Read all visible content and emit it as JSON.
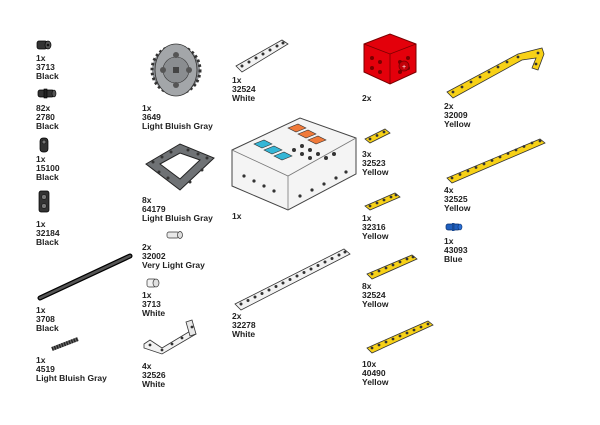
{
  "parts": [
    {
      "id": "pin-axle-3713-black-a",
      "qty": "1x",
      "num": "3713",
      "color": "Black"
    },
    {
      "id": "pin-2780",
      "qty": "82x",
      "num": "2780",
      "color": "Black"
    },
    {
      "id": "axle-pin-15100",
      "qty": "1x",
      "num": "15100",
      "color": "Black"
    },
    {
      "id": "connector-32184",
      "qty": "1x",
      "num": "32184",
      "color": "Black"
    },
    {
      "id": "axle-3708",
      "qty": "1x",
      "num": "3708",
      "color": "Black"
    },
    {
      "id": "spring-4519",
      "qty": "1x",
      "num": "4519",
      "color": "Light Bluish Gray"
    },
    {
      "id": "gear-3649",
      "qty": "1x",
      "num": "3649",
      "color": "Light Bluish Gray"
    },
    {
      "id": "frame-64179",
      "qty": "8x",
      "num": "64179",
      "color": "Light Bluish Gray"
    },
    {
      "id": "bush-32002",
      "qty": "2x",
      "num": "32002",
      "color": "Very Light Gray"
    },
    {
      "id": "bush-3713-white",
      "qty": "1x",
      "num": "3713",
      "color": "White"
    },
    {
      "id": "lbeam-32526",
      "qty": "4x",
      "num": "32526",
      "color": "White"
    },
    {
      "id": "beam-32524-white",
      "qty": "1x",
      "num": "32524",
      "color": "White"
    },
    {
      "id": "hub",
      "qty": "1x",
      "num": "",
      "color": ""
    },
    {
      "id": "beam-32278",
      "qty": "2x",
      "num": "32278",
      "color": "White"
    },
    {
      "id": "motor-red",
      "qty": "2x",
      "num": "",
      "color": ""
    },
    {
      "id": "beam-32523",
      "qty": "3x",
      "num": "32523",
      "color": "Yellow"
    },
    {
      "id": "beam-32316",
      "qty": "1x",
      "num": "32316",
      "color": "Yellow"
    },
    {
      "id": "beam-32524-yellow",
      "qty": "8x",
      "num": "32524",
      "color": "Yellow"
    },
    {
      "id": "beam-40490",
      "qty": "10x",
      "num": "40490",
      "color": "Yellow"
    },
    {
      "id": "bent-beam-32009",
      "qty": "2x",
      "num": "32009",
      "color": "Yellow"
    },
    {
      "id": "beam-32525",
      "qty": "4x",
      "num": "32525",
      "color": "Yellow"
    },
    {
      "id": "pin-43093",
      "qty": "1x",
      "num": "43093",
      "color": "Blue"
    }
  ],
  "colors": {
    "black": "#2b2b2b",
    "gray": "#9a9da0",
    "white": "#f2f2f2",
    "yellow": "#f7d117",
    "red": "#e3000b",
    "blue": "#1f5fbf",
    "cyan": "#35b6d6",
    "orange": "#f07a3a"
  }
}
